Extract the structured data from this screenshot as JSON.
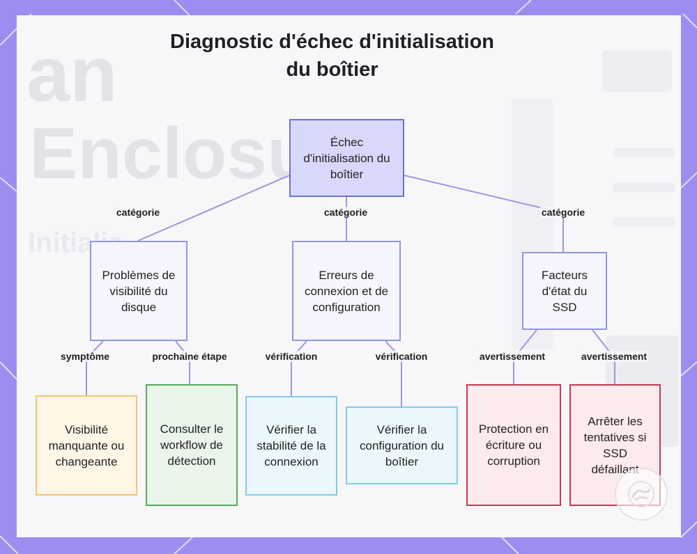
{
  "title": {
    "line1": "Diagnostic d'échec d'initialisation",
    "line2": "du boîtier"
  },
  "background_text": {
    "line1": "an",
    "line2": "Enclosu",
    "line3": "Initializ"
  },
  "nodes": {
    "root": {
      "text": "Échec d'initialisation du boîtier",
      "fill": "#d7d8fb",
      "border": "#6b6fd6"
    },
    "cat_visibility": {
      "text": "Problèmes de visibilité du disque",
      "fill": "#f5f6fd",
      "border": "#8f96de"
    },
    "cat_connection": {
      "text": "Erreurs de connexion et de configuration",
      "fill": "#f5f6fd",
      "border": "#8f96de"
    },
    "cat_ssd": {
      "text": "Facteurs d'état du SSD",
      "fill": "#f5f6fd",
      "border": "#8f96de"
    },
    "leaf_visibility": {
      "text": "Visibilité manquante ou changeante",
      "fill": "#fff6e6",
      "border": "#f3c46a"
    },
    "leaf_workflow": {
      "text": "Consulter le workflow de détection",
      "fill": "#eaf5ea",
      "border": "#55aa5a"
    },
    "leaf_stability": {
      "text": "Vérifier la stabilité de la connexion",
      "fill": "#ebf7fc",
      "border": "#7fcbe6"
    },
    "leaf_config": {
      "text": "Vérifier la configuration du boîtier",
      "fill": "#ebf7fc",
      "border": "#7fcbe6"
    },
    "leaf_protection": {
      "text": "Protection en écriture ou corruption",
      "fill": "#fdeaed",
      "border": "#c9374e"
    },
    "leaf_stop": {
      "text": "Arrêter les tentatives si SSD défaillant",
      "fill": "#fdeaed",
      "border": "#c9374e"
    }
  },
  "edge_labels": {
    "root_visibility": "catégorie",
    "root_connection": "catégorie",
    "root_ssd": "catégorie",
    "visibility_symptom": "symptôme",
    "visibility_next": "prochaine étape",
    "connection_check1": "vérification",
    "connection_check2": "vérification",
    "ssd_warning1": "avertissement",
    "ssd_warning2": "avertissement"
  },
  "colors": {
    "frame": "#9e8cf0",
    "edge": "#a592dd"
  },
  "icons": {
    "logo": "napkin-logo-icon"
  }
}
